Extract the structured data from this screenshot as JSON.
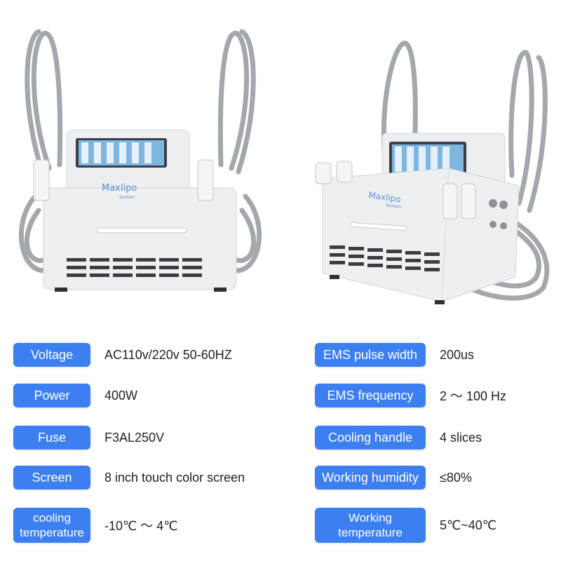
{
  "products": {
    "left_brand": "Maxlipo",
    "left_brand_sub": "System",
    "right_brand": "Maxlipo",
    "right_brand_sub": "System"
  },
  "specs_left": [
    {
      "label": "Voltage",
      "value": "AC110v/220v  50-60HZ"
    },
    {
      "label": "Power",
      "value": "400W"
    },
    {
      "label": "Fuse",
      "value": "F3AL250V"
    },
    {
      "label": "Screen",
      "value": "8 inch touch color screen"
    },
    {
      "label": "cooling temperature",
      "value": "-10℃ ～ 4℃"
    }
  ],
  "specs_right": [
    {
      "label": "EMS pulse width",
      "value": "200us"
    },
    {
      "label": "EMS frequency",
      "value": "2 ～ 100 Hz"
    },
    {
      "label": "Cooling handle",
      "value": "4 slices"
    },
    {
      "label": "Working humidity",
      "value": "≤80%"
    },
    {
      "label": "Working temperature",
      "value": "5℃~40℃"
    }
  ],
  "colors": {
    "label_bg": "#3c7ff0",
    "device_body": "#eeeff1",
    "cable": "#9a9ea3",
    "screen": "#6aa7d8"
  }
}
